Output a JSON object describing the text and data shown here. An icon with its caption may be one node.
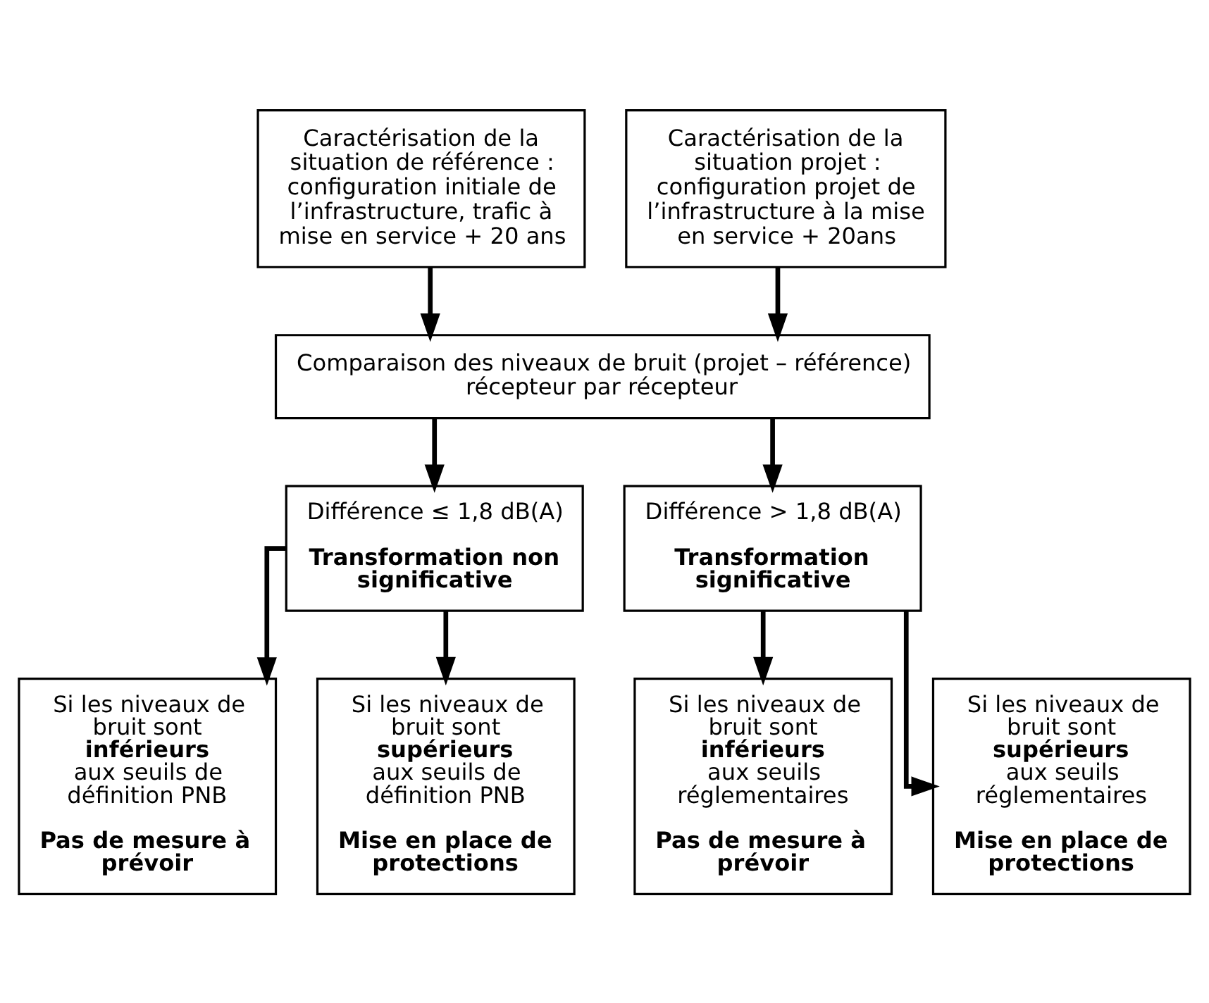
{
  "diagram": {
    "nodes": [
      {
        "text": [
          "Caractérisation de la situation de référence : configuration initiale de l’infrastructure, trafic à mise en service + 20 ans"
        ]
      },
      {
        "text": [
          "Caractérisation de la situation projet : configuration projet de l’infrastructure à la mise en service + 20ans"
        ]
      },
      {
        "text": [
          "Comparaison des niveaux de bruit (projet – référence) récepteur par récepteur"
        ]
      },
      {
        "text": [
          "Différence ≤ 1,8 dB(A)",
          "Transformation non significative"
        ]
      },
      {
        "text": [
          "Différence > 1,8 dB(A)",
          "Transformation significative"
        ]
      },
      {
        "text": [
          "Si les niveaux de bruit sont **inférieurs** aux seuils de définition PNB",
          "Pas de mesure à prévoir"
        ]
      },
      {
        "text": [
          "Si les niveaux de bruit sont **supérieurs** aux seuils de définition PNB",
          "Mise en place de protections"
        ]
      },
      {
        "text": [
          "Si les niveaux de bruit sont **inférieurs** aux seuils réglementaires",
          "Pas de mesure à prévoir"
        ]
      },
      {
        "text": [
          "Si les niveaux de bruit sont **supérieurs** aux seuils réglementaires",
          "Mise en place de protections"
        ]
      }
    ],
    "edges": [
      {
        "from": 0,
        "to": 2,
        "arrow": "to"
      },
      {
        "from": 1,
        "to": 2,
        "arrow": "to"
      },
      {
        "from": 2,
        "to": 3,
        "arrow": "to"
      },
      {
        "from": 2,
        "to": 4,
        "arrow": "to"
      },
      {
        "from": 3,
        "to": 5,
        "arrow": "to"
      },
      {
        "from": 3,
        "to": 6,
        "arrow": "to"
      },
      {
        "from": 4,
        "to": 7,
        "arrow": "to"
      },
      {
        "from": 4,
        "to": 8,
        "arrow": "to"
      }
    ]
  }
}
